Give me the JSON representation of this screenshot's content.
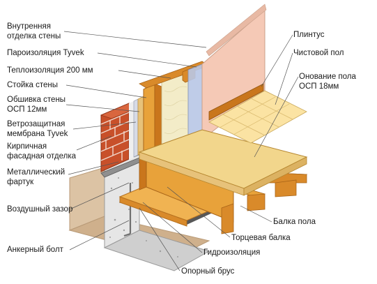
{
  "labels": {
    "interior_finish": "Внутренняя\nотделка стены",
    "vapor_barrier": "Пароизоляция Tyvek",
    "insulation": "Теплоизоляция 200 мм",
    "wall_post": "Стойка стены",
    "osb_sheathing": "Обшивка стены\nОСП 12мм",
    "windproof_membrane": "Ветрозащитная\nмембрана Tyvek",
    "brick_facade": "Кирпичная\nфасадная отделка",
    "metal_apron": "Металлический\nфартук",
    "air_gap": "Воздушный зазор",
    "anchor_bolt": "Анкерный болт",
    "baseboard": "Плинтус",
    "finish_floor": "Чистовой пол",
    "subfloor": "Онование пола\nОСП 18мм",
    "floor_joist": "Балка пола",
    "rim_joist": "Торцевая балка",
    "waterproofing": "Гидроизоляция",
    "sill_beam": "Опорный брус"
  },
  "colors": {
    "wood": "#e8a23a",
    "wood_dark": "#c9761c",
    "osb": "#f2d68c",
    "brick": "#c8502a",
    "concrete": "#d9d9d9",
    "interior_wall": "#f5c9b6",
    "insulation": "#f3ecc8",
    "vapor": "#b9c7e6",
    "leader": "#555555"
  }
}
